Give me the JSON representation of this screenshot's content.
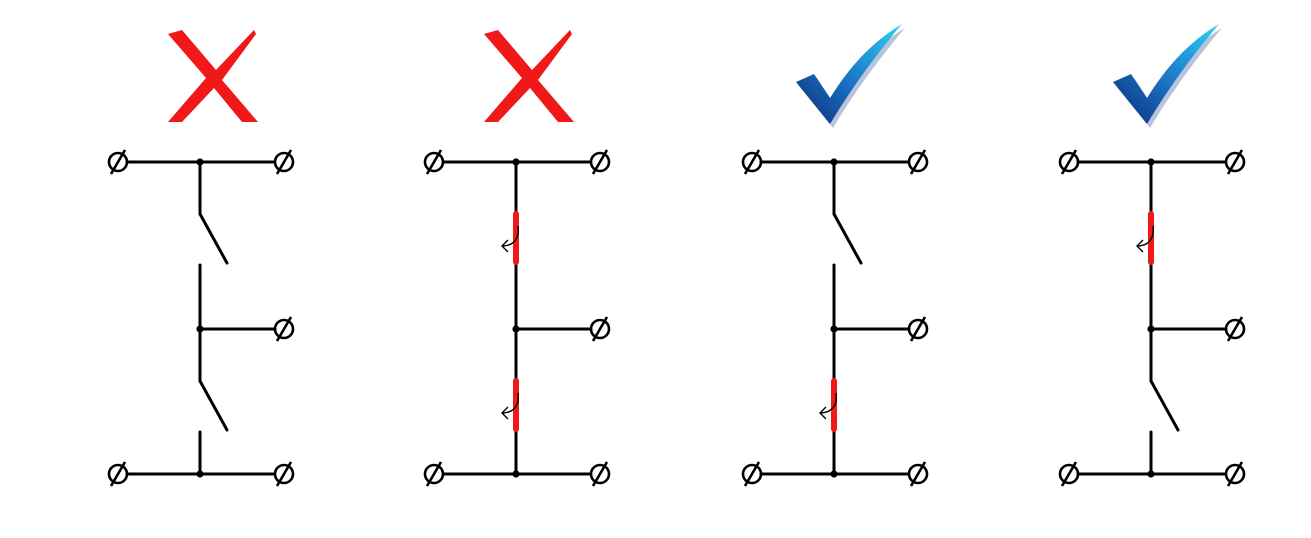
{
  "diagram": {
    "configurations": [
      {
        "id": "config-1",
        "status": "invalid",
        "status_icon": "cross-icon",
        "top_switch": "open",
        "bottom_switch": "open"
      },
      {
        "id": "config-2",
        "status": "invalid",
        "status_icon": "cross-icon",
        "top_switch": "closed",
        "bottom_switch": "closed"
      },
      {
        "id": "config-3",
        "status": "valid",
        "status_icon": "check-icon",
        "top_switch": "open",
        "bottom_switch": "closed"
      },
      {
        "id": "config-4",
        "status": "valid",
        "status_icon": "check-icon",
        "top_switch": "closed",
        "bottom_switch": "open"
      }
    ],
    "colors": {
      "closed_switch": "#f01818",
      "cross": "#f01818",
      "check_light": "#29c3ee",
      "check_dark": "#0d2f7a",
      "wire": "#000000"
    }
  }
}
